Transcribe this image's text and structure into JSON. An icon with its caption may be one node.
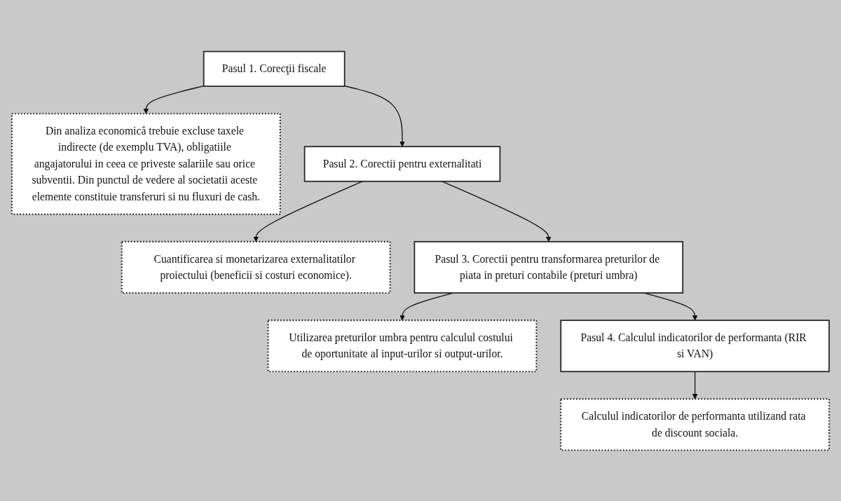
{
  "diagram": {
    "nodes": [
      {
        "text": [
          "Pasul 1. Corecţii fiscale"
        ]
      },
      {
        "text": [
          "Din analiza economică trebuie excluse taxele indirecte (de exemplu TVA), obligatiile angajatorului in ceea ce priveste salariile sau orice subventii. Din punctul de vedere al societatii aceste elemente constituie transferuri si nu fluxuri de cash."
        ]
      },
      {
        "text": [
          "Pasul 2. Corectii pentru externalitati"
        ]
      },
      {
        "text": [
          "Cuantificarea si monetarizarea externalitatilor proiectului (beneficii si costuri economice)."
        ]
      },
      {
        "text": [
          "Pasul 3. Corectii pentru transformarea preturilor de piata in preturi contabile (preturi umbra)"
        ]
      },
      {
        "text": [
          "Utilizarea preturilor umbra pentru calculul costului de oportunitate al input-urilor si output-urilor."
        ]
      },
      {
        "text": [
          "Pasul 4. Calculul indicatorilor de performanta (RIR si VAN)"
        ]
      },
      {
        "text": [
          "Calculul indicatorilor de performanta utilizand rata de discount sociala."
        ]
      }
    ],
    "edges": [
      {
        "from": 0,
        "to": 1,
        "arrow": "to"
      },
      {
        "from": 0,
        "to": 2,
        "arrow": "to"
      },
      {
        "from": 2,
        "to": 3,
        "arrow": "to"
      },
      {
        "from": 2,
        "to": 4,
        "arrow": "to"
      },
      {
        "from": 4,
        "to": 5,
        "arrow": "to"
      },
      {
        "from": 4,
        "to": 6,
        "arrow": "to"
      },
      {
        "from": 6,
        "to": 7,
        "arrow": "to"
      }
    ]
  }
}
